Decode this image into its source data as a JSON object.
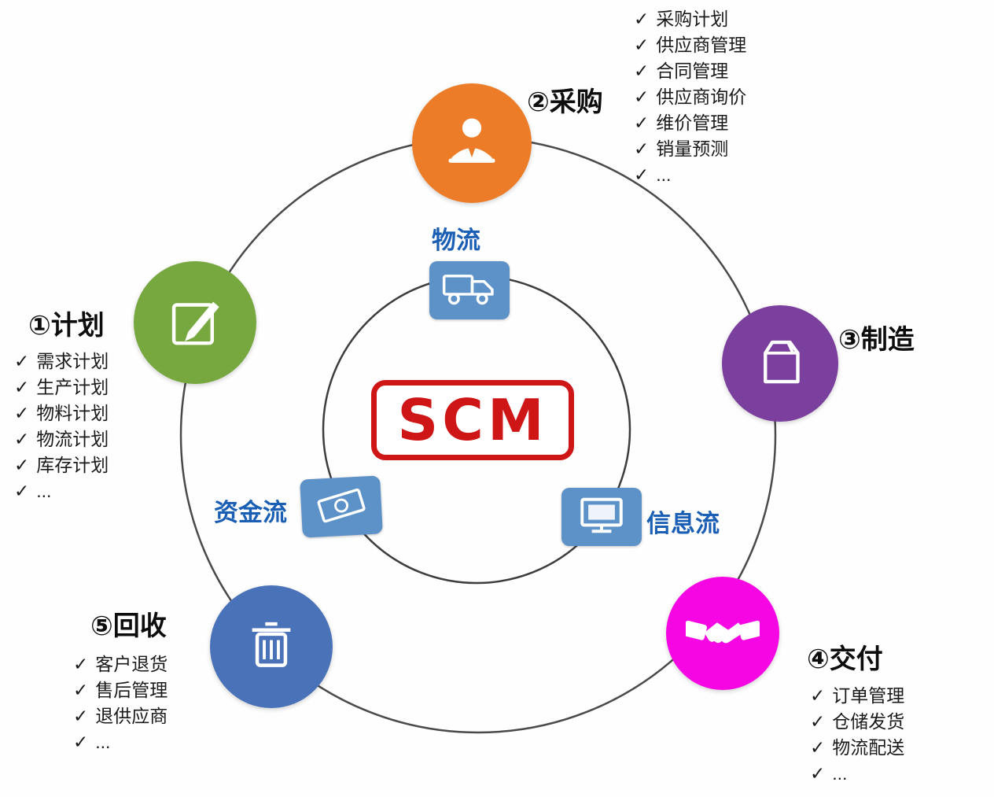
{
  "glyphs": {
    "check": "✓"
  },
  "center": {
    "logo_text": "SCM"
  },
  "colors": {
    "plan": "#76a83f",
    "procurement": "#ec7c28",
    "manufacturing": "#7b3f9e",
    "delivery": "#f506e2",
    "recycling": "#4a72b8",
    "flow_tile": "#5d92c9",
    "flow_label": "#1b5fb5",
    "logo_red": "#cf1616",
    "ring": "#4a4a4a"
  },
  "flows": {
    "logistics": {
      "label": "物流",
      "icon": "truck-icon"
    },
    "capital": {
      "label": "资金流",
      "icon": "banknote-icon"
    },
    "information": {
      "label": "信息流",
      "icon": "monitor-icon"
    }
  },
  "stages": {
    "plan": {
      "label": "①计划",
      "icon": "edit-icon",
      "items": [
        "需求计划",
        "生产计划",
        "物料计划",
        "物流计划",
        "库存计划",
        "..."
      ]
    },
    "procurement": {
      "label": "②采购",
      "icon": "buyer-person-icon",
      "items": [
        "采购计划",
        "供应商管理",
        "合同管理",
        "供应商询价",
        "维价管理",
        "销量预测",
        "..."
      ]
    },
    "manufacturing": {
      "label": "③制造",
      "icon": "package-carton-icon",
      "items": []
    },
    "delivery": {
      "label": "④交付",
      "icon": "handshake-icon",
      "items": [
        "订单管理",
        "仓储发货",
        "物流配送",
        "..."
      ]
    },
    "recycling": {
      "label": "⑤回收",
      "icon": "trash-icon",
      "items": [
        "客户退货",
        "售后管理",
        "退供应商",
        "..."
      ]
    }
  }
}
